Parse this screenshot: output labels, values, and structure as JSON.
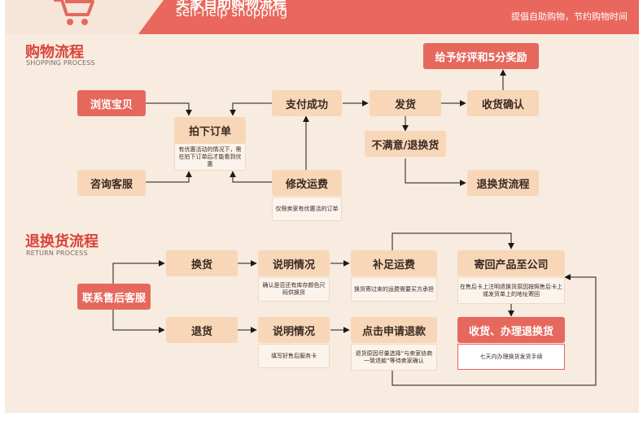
{
  "header": {
    "title": "买家自助购物流程",
    "subtitle": "self-help shopping",
    "tagline": "提倡自助购物，节约购物时间"
  },
  "colors": {
    "accent": "#e6685d",
    "box": "#f7d7b8",
    "background": "#f8ebdf"
  },
  "shopping": {
    "title": "购物流程",
    "subtitle": "SHOPPING PROCESS",
    "browse": "浏览宝贝",
    "consult": "咨询客服",
    "order": "拍下订单",
    "order_note": "有优惠活动的情况下，需在拍下订单后才能看到优惠",
    "pay": "支付成功",
    "modify": "修改运费",
    "modify_note": "仅限卖家有优惠活的订单",
    "ship": "发货",
    "unsatisfied": "不满意/退换货",
    "confirm": "收货确认",
    "review": "给予好评和5分奖励",
    "return_flow": "退换货流程"
  },
  "returns": {
    "title": "退换货流程",
    "subtitle": "RETURN PROCESS",
    "contact": "联系售后客服",
    "exchange": "换货",
    "refund": "退货",
    "explain1": "说明情况",
    "explain1_note": "确认是否还有库存颜色尺码供换货",
    "explain2": "说明情况",
    "explain2_note": "填写好售后服务卡",
    "shipping_fee": "补足运费",
    "shipping_fee_note": "换货寄过来的运费需要买方承担",
    "apply_refund": "点击申请退款",
    "apply_refund_note": "退货原因尽量选择“与卖家协商一致退款”等待卖家确认",
    "send_back": "寄回产品至公司",
    "send_back_note": "在售后卡上注明退换货原因按照售后卡上或发货单上的地址寄回",
    "handle": "收货、办理退换货",
    "handle_note": "七天内办理换货发货手续"
  }
}
